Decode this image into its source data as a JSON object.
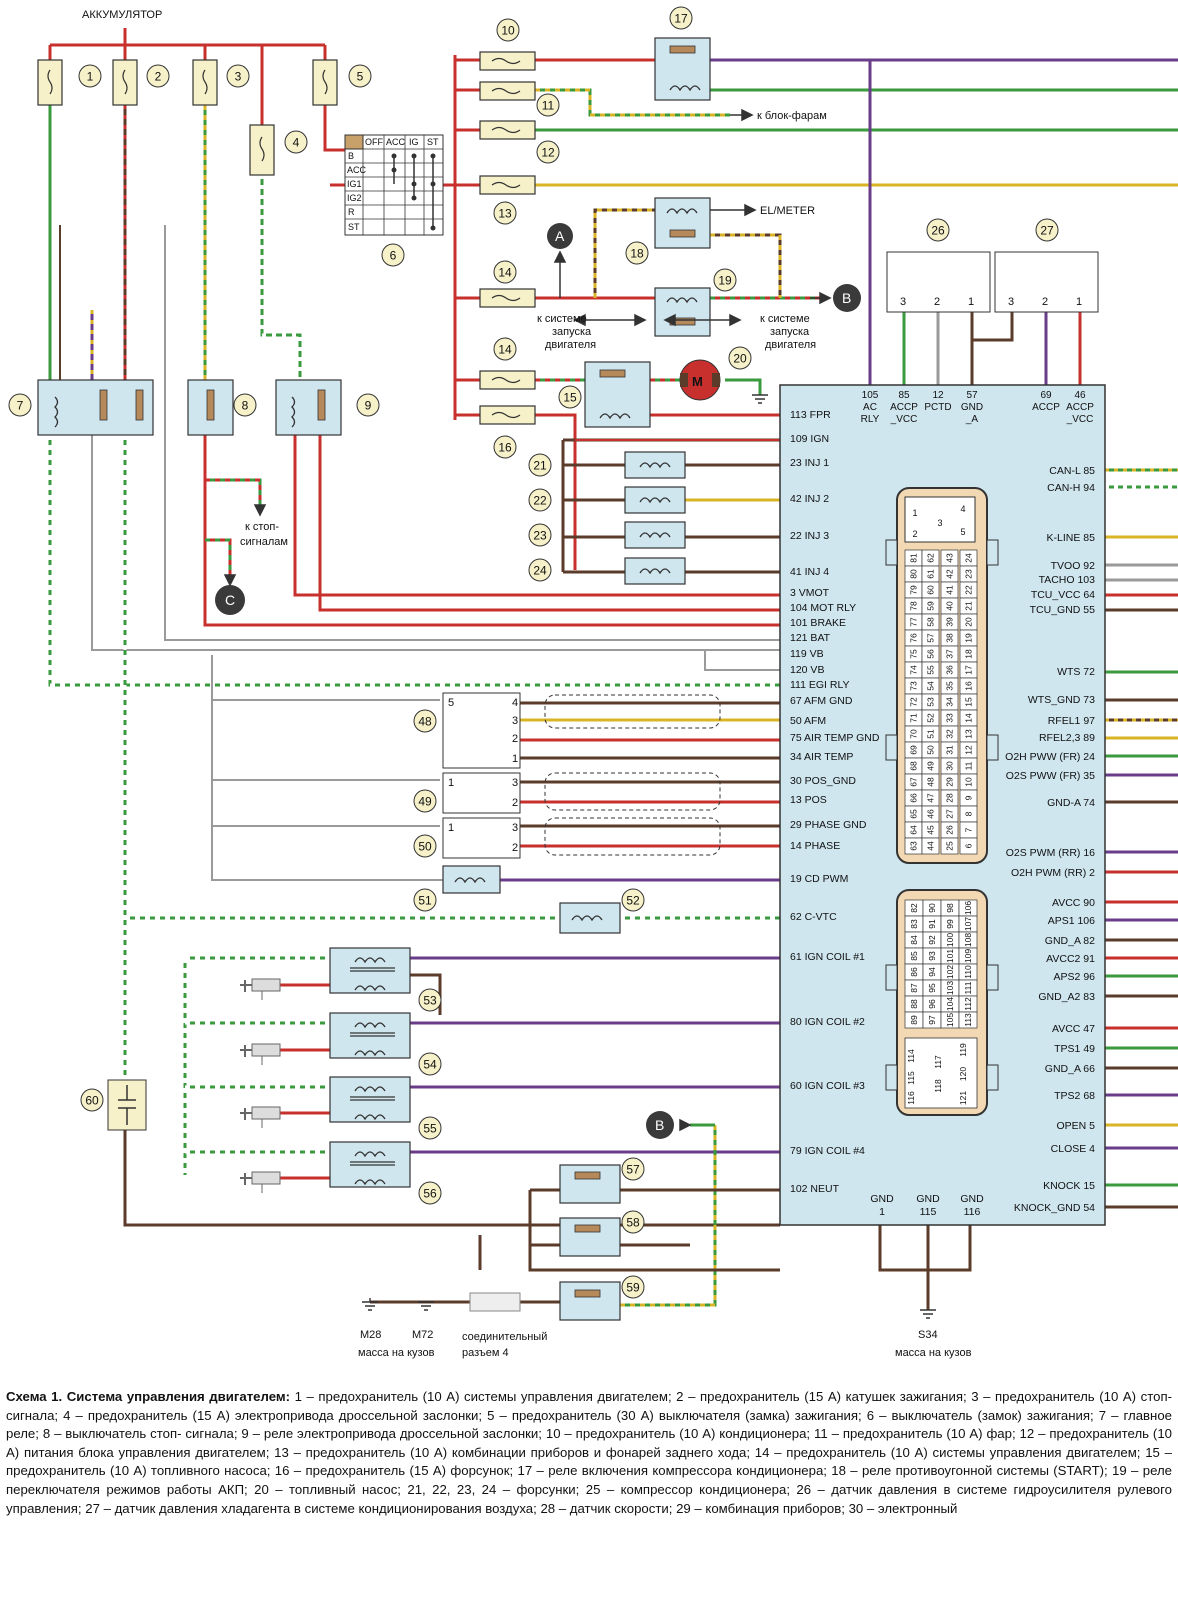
{
  "labels": {
    "battery": "АККУМУЛЯТОР",
    "to_headlight_block": "к блок-фарам",
    "el_meter": "EL/METER",
    "to_start_system_left": [
      "к системе",
      "запуска",
      "двигателя"
    ],
    "to_start_system_right": [
      "к системе",
      "запуска",
      "двигателя"
    ],
    "to_stop_signals": [
      "к стоп-",
      "сигналам"
    ],
    "connector_4": [
      "соединительный",
      "разъем 4"
    ],
    "ground_m28": "М28",
    "ground_m72": "М72",
    "ground_body_left": "масса на кузов",
    "ground_s34": "S34",
    "ground_body_right": "масса на кузов",
    "motor": "M",
    "marker_a": "A",
    "marker_b": "B",
    "marker_c": "C"
  },
  "ignition_switch": {
    "columns": [
      "OFF",
      "ACC",
      "IG",
      "ST"
    ],
    "rows": [
      "B",
      "ACC",
      "IG1",
      "IG2",
      "R",
      "ST"
    ]
  },
  "callouts": [
    "1",
    "2",
    "3",
    "4",
    "5",
    "6",
    "7",
    "8",
    "9",
    "10",
    "11",
    "12",
    "13",
    "14",
    "14",
    "15",
    "16",
    "17",
    "18",
    "19",
    "20",
    "21",
    "22",
    "23",
    "24",
    "26",
    "27",
    "48",
    "49",
    "50",
    "51",
    "52",
    "53",
    "54",
    "55",
    "56",
    "57",
    "58",
    "59",
    "60"
  ],
  "sensor_pins": {
    "s26": [
      "3",
      "2",
      "1"
    ],
    "s27": [
      "3",
      "2",
      "1"
    ],
    "s48": [
      "5",
      "4",
      "3",
      "2",
      "1"
    ],
    "s49": [
      "1",
      "3",
      "2"
    ],
    "s50": [
      "1",
      "3",
      "2"
    ]
  },
  "ecu": {
    "top_pins": [
      [
        "105",
        "AC",
        "RLY"
      ],
      [
        "85",
        "ACCP",
        "_VCC"
      ],
      [
        "12",
        "PCTD",
        ""
      ],
      [
        "57",
        "GND",
        "_A"
      ],
      [
        "69",
        "ACCP",
        ""
      ],
      [
        "46",
        "ACCP",
        "_VCC"
      ]
    ],
    "left_pins": [
      "113 FPR",
      "109 IGN",
      "23 INJ 1",
      "42 INJ 2",
      "22 INJ 3",
      "41 INJ 4",
      "3 VMOT",
      "104 MOT RLY",
      "101 BRAKE",
      "121 BAT",
      "119 VB",
      "120 VB",
      "111 EGI RLY",
      "67 AFM GND",
      "50 AFM",
      "75 AIR TEMP GND",
      "34 AIR TEMP",
      "30 POS_GND",
      "13 POS",
      "29 PHASE GND",
      "14 PHASE",
      "19 CD PWM",
      "62 C-VTC",
      "61 IGN COIL #1",
      "80 IGN COIL #2",
      "60 IGN COIL #3",
      "79 IGN COIL #4",
      "102 NEUT"
    ],
    "right_pins": [
      "CAN-L 85",
      "CAN-H 94",
      "K-LINE 85",
      "TVOO 92",
      "TACHO 103",
      "TCU_VCC 64",
      "TCU_GND 55",
      "WTS 72",
      "WTS_GND 73",
      "RFEL1 97",
      "RFEL2,3 89",
      "O2H PWW (FR) 24",
      "O2S PWW (FR) 35",
      "GND-A 74",
      "O2S PWM (RR) 16",
      "O2H PWM (RR) 2",
      "AVCC 90",
      "APS1 106",
      "GND_A 82",
      "AVCC2 91",
      "APS2 96",
      "GND_A2 83",
      "AVCC 47",
      "TPS1 49",
      "GND_A 66",
      "TPS2 68",
      "OPEN 5",
      "CLOSE 4",
      "KNOCK 15",
      "KNOCK_GND 54"
    ],
    "bottom_pins": [
      [
        "GND",
        "1"
      ],
      [
        "GND",
        "115"
      ],
      [
        "GND",
        "116"
      ]
    ],
    "connector1_grid": [
      [
        "81",
        "80",
        "79",
        "78",
        "77",
        "76",
        "75",
        "74",
        "73",
        "72",
        "71",
        "70",
        "69",
        "68",
        "67",
        "66",
        "65",
        "64",
        "63"
      ],
      [
        "62",
        "61",
        "60",
        "59",
        "58",
        "57",
        "56",
        "55",
        "54",
        "53",
        "52",
        "51",
        "50",
        "49",
        "48",
        "47",
        "46",
        "45",
        "44"
      ],
      [
        "43",
        "42",
        "41",
        "40",
        "39",
        "38",
        "37",
        "36",
        "35",
        "34",
        "33",
        "32",
        "31",
        "30",
        "29",
        "28",
        "27",
        "26",
        "25"
      ],
      [
        "24",
        "23",
        "22",
        "21",
        "20",
        "19",
        "18",
        "17",
        "16",
        "15",
        "14",
        "13",
        "12",
        "11",
        "10",
        "9",
        "8",
        "7",
        "6"
      ]
    ],
    "connector1_top": [
      "1",
      "2",
      "3",
      "4",
      "5"
    ],
    "connector2_grid": [
      [
        "82",
        "83",
        "84",
        "85",
        "86",
        "87",
        "88",
        "89"
      ],
      [
        "90",
        "91",
        "92",
        "93",
        "94",
        "95",
        "96",
        "97"
      ],
      [
        "98",
        "99",
        "100",
        "101",
        "102",
        "103",
        "104",
        "105"
      ],
      [
        "106",
        "107",
        "108",
        "109",
        "110",
        "111",
        "112",
        "113"
      ]
    ],
    "connector2_bottom": [
      "114",
      "115",
      "116",
      "117",
      "118",
      "119",
      "120",
      "121"
    ]
  },
  "caption": {
    "title": "Схема 1. Система управления двигателем:",
    "text": " 1 – предохранитель (10 А) системы управления двигателем; 2 – предохранитель (15 А) катушек зажигания; 3 – предохранитель (10 А) стоп-сигнала; 4 – предохранитель (15 А) электропривода дроссельной заслонки; 5 – предохранитель (30 А) выключателя (замка) зажигания; 6 – выключатель (замок) зажигания; 7 – главное реле; 8 – выключатель стоп- сигнала; 9 – реле электропривода дроссельной заслонки; 10 – предохранитель (10 А) кондиционера; 11 – предохранитель (10 А) фар; 12 – предохранитель (10 А) питания блока управления двигателем; 13 – предохранитель (10 А) комбинации приборов и фонарей заднего хода; 14 – предохранитель (10 А) системы управления двигателем; 15 – предохранитель (10 А) топливного насоса; 16 – предохранитель (15 А) форсунок; 17 – реле включения компрессора кондиционера; 18 – реле противоугонной системы (START); 19 – реле переключателя режимов работы АКП; 20 – топливный насос; 21, 22, 23, 24 – форсунки; 25 – компрессор кондиционера; 26 – датчик давления в системе гидроусилителя рулевого управления; 27 – датчик давления хладагента в системе кондиционирования воздуха; 28 – датчик скорости; 29 – комбинация приборов; 30 – электронный"
  },
  "colors": {
    "red": "#c8302e",
    "green": "#3a9a3e",
    "brown": "#5b3b2a",
    "purple": "#6a3d8a",
    "yellow": "#d9b526",
    "gray": "#9a9a9a",
    "ecu_fill": "#cfe6ef",
    "component_fill": "#f6f1c9",
    "connector_fill": "#f2d9b3",
    "callout_fill": "#f6f1c9"
  },
  "icons": [
    "fuse-icon",
    "relay-coil-icon",
    "spark-plug-icon",
    "ground-icon",
    "arrow-icon",
    "motor-icon",
    "capacitor-icon"
  ]
}
